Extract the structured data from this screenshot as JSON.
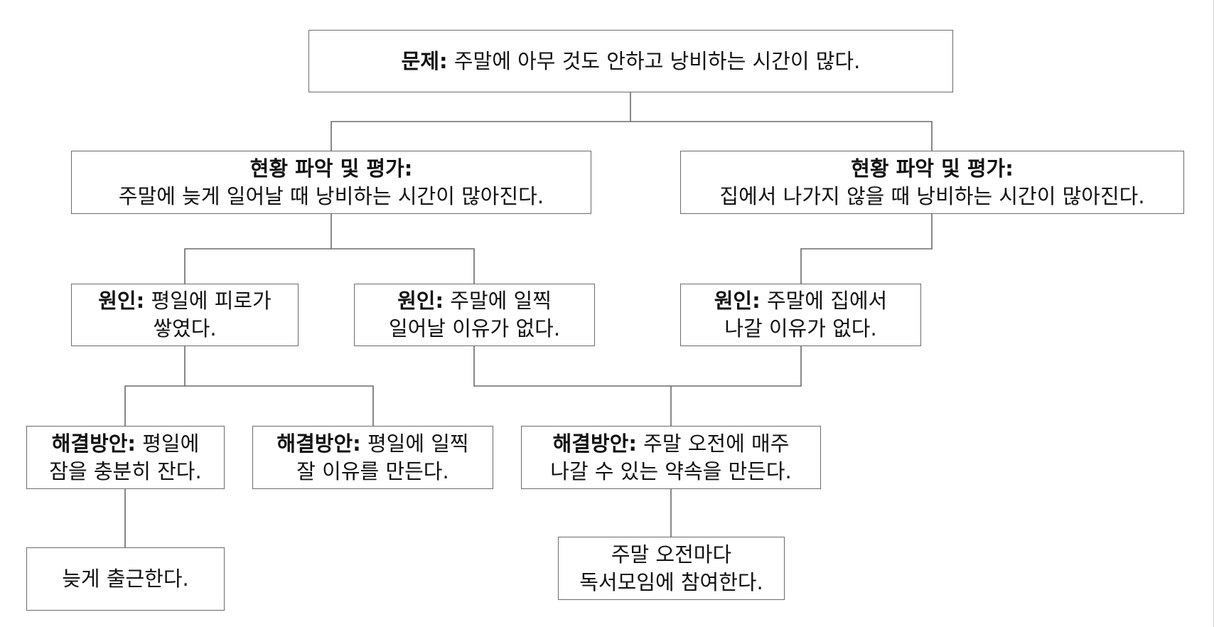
{
  "problem": {
    "label": "문제:",
    "text": "주말에 아무 것도 안하고 낭비하는 시간이 많다."
  },
  "assessments": [
    {
      "label": "현황 파악 및 평가:",
      "text": "주말에 늦게 일어날 때 낭비하는 시간이 많아진다."
    },
    {
      "label": "현황 파악 및 평가:",
      "text": "집에서 나가지 않을 때 낭비하는 시간이 많아진다."
    }
  ],
  "causes": [
    {
      "label": "원인:",
      "line1": "평일에 피로가",
      "line2": "쌓였다."
    },
    {
      "label": "원인:",
      "line1": "주말에 일찍",
      "line2": "일어날 이유가 없다."
    },
    {
      "label": "원인:",
      "line1": "주말에 집에서",
      "line2": "나갈 이유가 없다."
    }
  ],
  "solutions": [
    {
      "label": "해결방안:",
      "line1": "평일에",
      "line2": "잠을 충분히 잔다."
    },
    {
      "label": "해결방안:",
      "line1": "평일에 일찍",
      "line2": "잘 이유를 만든다."
    },
    {
      "label": "해결방안:",
      "line1": "주말 오전에 매주",
      "line2": "나갈 수 있는 약속을 만든다."
    }
  ],
  "outcomes": [
    {
      "line1": "늦게 출근한다."
    },
    {
      "line1": "주말 오전마다",
      "line2": "독서모임에 참여한다."
    }
  ]
}
